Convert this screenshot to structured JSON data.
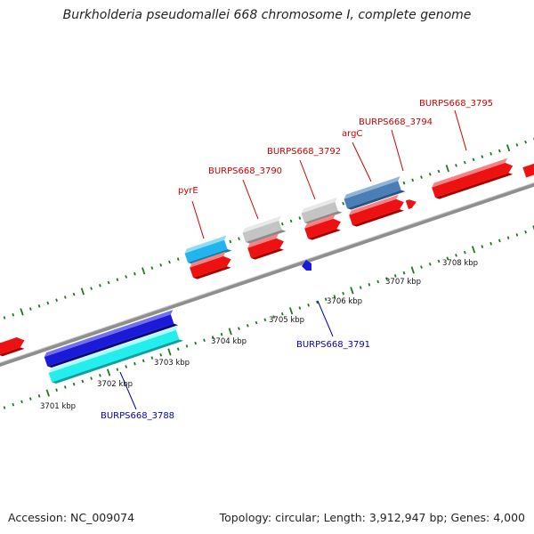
{
  "title": "Burkholderia pseudomallei 668 chromosome I, complete genome",
  "footer": {
    "accession": "Accession: NC_009074",
    "stats": "Topology: circular; Length: 3,912,947 bp; Genes: 4,000"
  },
  "colors": {
    "backbone": "#8e8e8e",
    "tick": "#1e7a1e",
    "forward_label": "#cc0000",
    "reverse_label": "#0000bb",
    "gene_red": "#ee1111",
    "gene_grey": "#c4c4c4",
    "gene_steel": "#4a7fb5",
    "gene_sky": "#22b4ee",
    "gene_blue": "#1a1ad8",
    "gene_cyan": "#22eeee"
  },
  "kbp_labels": [
    "3701 kbp",
    "3702 kbp",
    "3703 kbp",
    "3704 kbp",
    "3705 kbp",
    "3706 kbp",
    "3707 kbp",
    "3708 kbp"
  ],
  "gene_labels": {
    "forward": [
      "pyrE",
      "BURPS668_3790",
      "BURPS668_3792",
      "argC",
      "BURPS668_3794",
      "BURPS668_3795"
    ],
    "reverse": [
      "BURPS668_3788",
      "BURPS668_3791"
    ]
  }
}
